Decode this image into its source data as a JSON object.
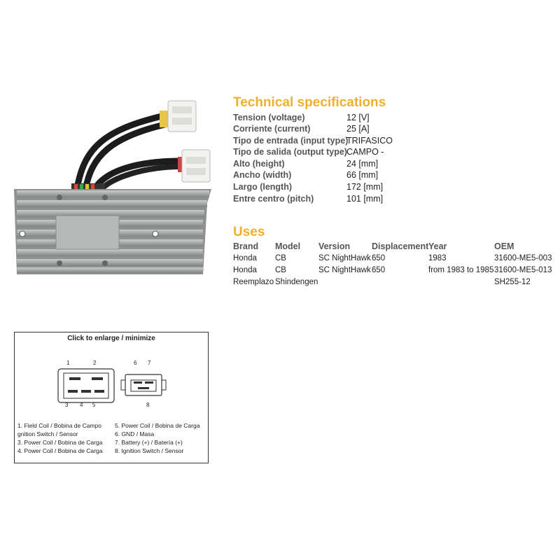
{
  "specs": {
    "title": "Technical specifications",
    "rows": [
      {
        "label": "Tension (voltage)",
        "value": "12 [V]"
      },
      {
        "label": "Corriente (current)",
        "value": "25 [A]"
      },
      {
        "label": "Tipo de entrada (input type)",
        "value": "TRIFASICO"
      },
      {
        "label": "Tipo de salida (output type)",
        "value": "CAMPO -"
      },
      {
        "label": "Alto (height)",
        "value": "24 [mm]"
      },
      {
        "label": "Ancho (width)",
        "value": "66 [mm]"
      },
      {
        "label": "Largo (length)",
        "value": "172 [mm]"
      },
      {
        "label": "Entre centro (pitch)",
        "value": "101 [mm]"
      }
    ]
  },
  "uses": {
    "title": "Uses",
    "headers": {
      "brand": "Brand",
      "model": "Model",
      "version": "Version",
      "displacement": "Displacement",
      "year": "Year",
      "oem": "OEM"
    },
    "rows": [
      {
        "brand": "Honda",
        "model": "CB",
        "version": "SC NightHawk",
        "displacement": "650",
        "year": "1983",
        "oem": "31600-ME5-003"
      },
      {
        "brand": "Honda",
        "model": "CB",
        "version": "SC NightHawk",
        "displacement": "650",
        "year": "from 1983 to 1985",
        "oem": "31600-ME5-013"
      },
      {
        "brand": "Reemplazo",
        "model": "Shindengen",
        "version": "",
        "displacement": "",
        "year": "",
        "oem": "SH255-12"
      }
    ]
  },
  "diagram": {
    "header": "Click to enlarge / minimize",
    "connector_a": {
      "pin1": "1",
      "pin2": "2",
      "pin3": "3",
      "pin4": "4",
      "pin5": "5"
    },
    "connector_b": {
      "pin6": "6",
      "pin7": "7",
      "pin8": "8"
    },
    "legend_left": [
      "1. Field Coil / Bobina de Campo",
      "gnition Switch / Sensor",
      "3. Power Coil / Bobina de Carga",
      "4. Power Coil / Bobina de Carga"
    ],
    "legend_right": [
      "5. Power Coil / Bobina de Carga",
      "6. GND / Masa",
      "7. Battery (+) / Batería (+)",
      "8. Ignition Switch / Sensor"
    ]
  },
  "colors": {
    "accent": "#f0b02e",
    "heatsink": "#a9acab",
    "heatsink_dark": "#8e9190",
    "cable": "#1c1c1c"
  },
  "icons": {
    "product_photo": "voltage-regulator-rectifier"
  }
}
